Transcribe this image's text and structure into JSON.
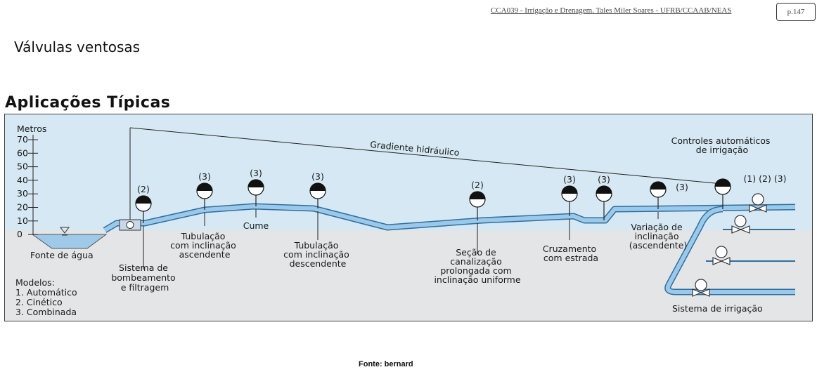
{
  "header": {
    "course": "CCA039 - Irrigação e Drenagem. Tales Miler Soares - UFRB/CCAAB/NEAS",
    "page": "p.147"
  },
  "title": "Válvulas ventosas",
  "subtitle": "Aplicações Típicas",
  "figure": {
    "axis_label": "Metros",
    "ticks": [
      "70",
      "60",
      "50",
      "40",
      "30",
      "20",
      "10",
      "0"
    ],
    "gradient_label": "Gradiente hidráulico",
    "valve_markers": [
      "(2)",
      "(3)",
      "(3)",
      "(3)",
      "(2)",
      "(3)",
      "(3)",
      "(3)",
      "(1) (2) (3)"
    ],
    "labels": {
      "fonte_agua": "Fonte de água",
      "bombeamento": [
        "Sistema de",
        "bombeamento",
        "e filtragem"
      ],
      "ascendente": [
        "Tubulação",
        "com inclinação",
        "ascendente"
      ],
      "cume": "Cume",
      "descendente": [
        "Tubulação",
        "com inclinação",
        "descendente"
      ],
      "secao": [
        "Seção de",
        "canalização",
        "prolongada com",
        "inclinação uniforme"
      ],
      "cruzamento": [
        "Cruzamento",
        "com estrada"
      ],
      "variacao": [
        "Variação de",
        "inclinação",
        "(ascendente)"
      ],
      "controles": [
        "Controles automáticos",
        "de irrigação"
      ],
      "sistema_irrigacao": "Sistema de irrigação"
    },
    "modelos": [
      "Modelos:",
      "1. Automático",
      "2. Cinético",
      "3. Combinada"
    ],
    "colors": {
      "sky": "#d5e8f3",
      "ground": "#e3e5e7",
      "pipe": "#9cc8ea",
      "pipe_outline": "#2f6f9f",
      "water": "#9ec9e8"
    }
  },
  "source": "Fonte: bernard"
}
